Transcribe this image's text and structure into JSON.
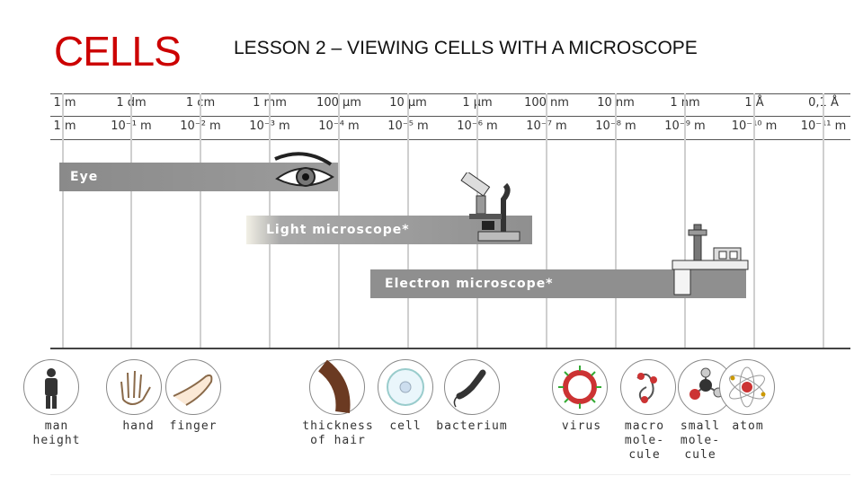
{
  "header": {
    "title": "CELLS",
    "subtitle": "LESSON 2 – VIEWING CELLS WITH A MICROSCOPE"
  },
  "scale": {
    "units": [
      "1 m",
      "1 dm",
      "1 cm",
      "1 mm",
      "100 µm",
      "10 µm",
      "1 µm",
      "100 nm",
      "10 nm",
      "1 nm",
      "1 Å",
      "0,1 Å"
    ],
    "powers": [
      "1 m",
      "10⁻¹ m",
      "10⁻² m",
      "10⁻³ m",
      "10⁻⁴ m",
      "10⁻⁵ m",
      "10⁻⁶ m",
      "10⁻⁷ m",
      "10⁻⁸ m",
      "10⁻⁹ m",
      "10⁻¹⁰ m",
      "10⁻¹¹ m"
    ]
  },
  "ranges": {
    "eye": "Eye",
    "light": "Light microscope*",
    "electron": "Electron microscope*"
  },
  "objects": [
    {
      "label": "man\nheight",
      "icon": "man-icon"
    },
    {
      "label": "hand",
      "icon": "hand-icon"
    },
    {
      "label": "finger",
      "icon": "finger-icon"
    },
    {
      "label": "thickness\nof hair",
      "icon": "hair-icon"
    },
    {
      "label": "cell",
      "icon": "cell-icon"
    },
    {
      "label": "bacterium",
      "icon": "bacterium-icon"
    },
    {
      "label": "virus",
      "icon": "virus-icon"
    },
    {
      "label": "macro\nmole-\ncule",
      "icon": "macromolecule-icon"
    },
    {
      "label": "small\nmole-\ncule",
      "icon": "small-molecule-icon"
    },
    {
      "label": "atom",
      "icon": "atom-icon"
    }
  ]
}
